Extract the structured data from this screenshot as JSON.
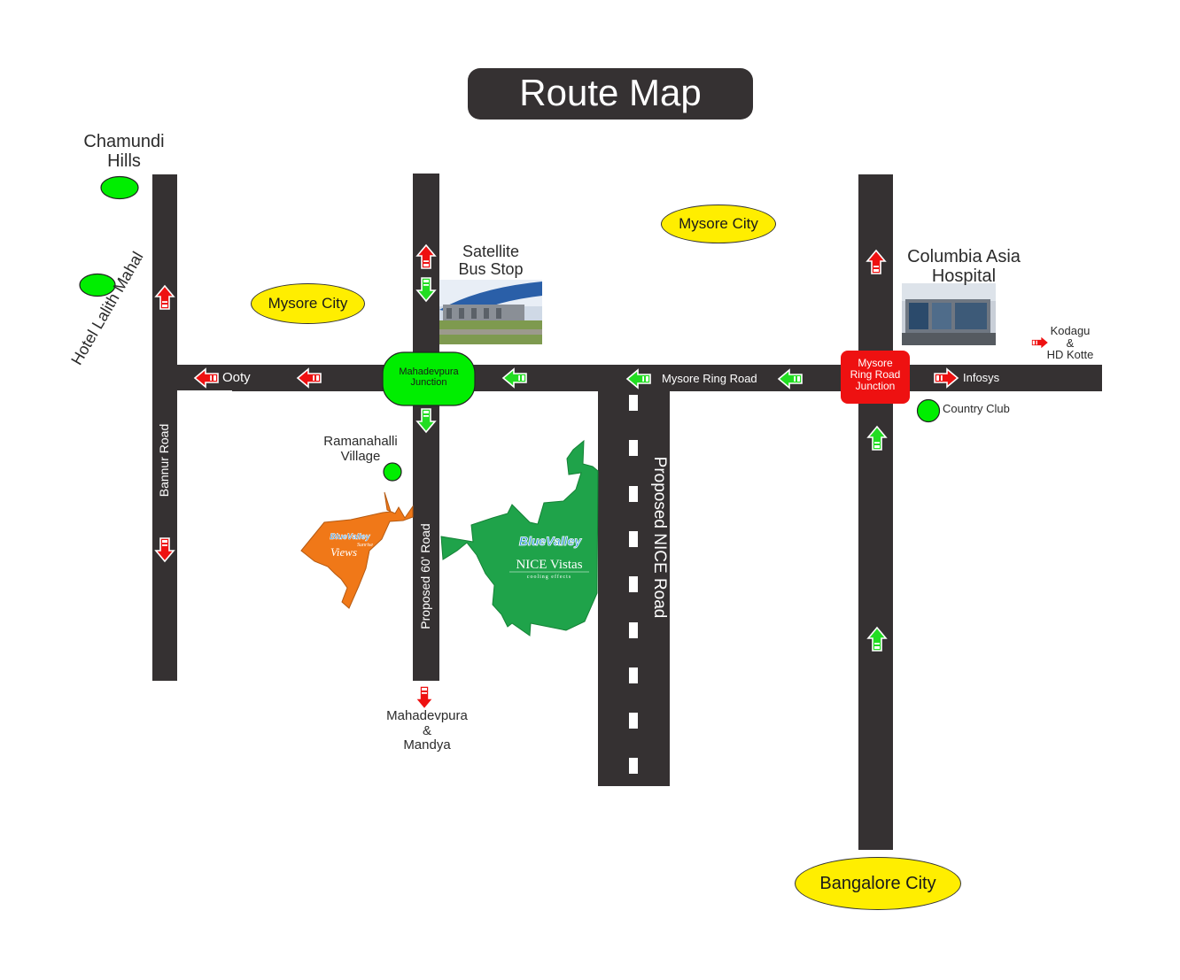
{
  "title": "Route Map",
  "places": {
    "chamundi_hills": "Chamundi\nHills",
    "hotel_lalith_mahal": "Hotel\nLalith Mahal",
    "mysore_city_left": "Mysore City",
    "mysore_city_top": "Mysore City",
    "satellite_bus_stop": "Satellite\nBus Stop",
    "columbia_asia_hospital": "Columbia Asia\nHospital",
    "kodagu_hd_kotte": "Kodagu\n&\nHD Kotte",
    "country_club": "Country Club",
    "ramanahalli_village": "Ramanahalli\nVillage",
    "mahadevpura_mandya": "Mahadevpura\n&\nMandya",
    "bangalore_city": "Bangalore City"
  },
  "roads": {
    "ooty": "Ooty",
    "mysore_ring_road": "Mysore Ring Road",
    "infosys": "Infosys",
    "bannur_road": "Bannur Road",
    "proposed_60_road": "Proposed 60' Road",
    "proposed_nice_road": "Proposed NICE Road"
  },
  "junctions": {
    "mahadevpura": "Mahadevpura\nJunction",
    "mysore_ring_road": "Mysore\nRing Road\nJunction"
  },
  "plots": {
    "views_brand": "BlueValley",
    "views_sub": "Sunrise",
    "views_name": "Views",
    "vistas_brand": "BlueValley",
    "vistas_name": "NICE Vistas",
    "vistas_tagline": "cooling effects"
  },
  "colors": {
    "road": "#353132",
    "landmark_green": "#00ee00",
    "city_yellow": "#ffee00",
    "junction_red": "#ee1111",
    "arrow_red": "#ee1111",
    "arrow_green": "#22dd22",
    "plot_orange": "#f07818",
    "plot_green": "#1fa34a",
    "brand_blue": "#1e8ce0"
  }
}
